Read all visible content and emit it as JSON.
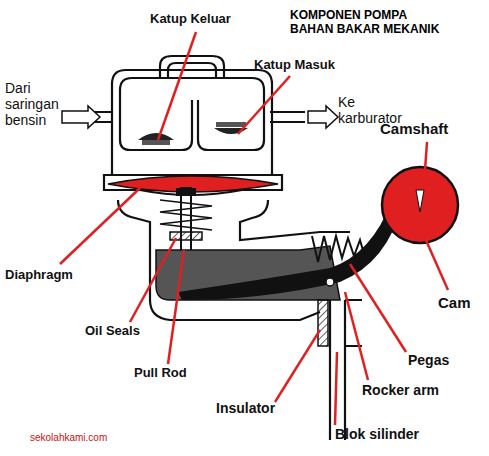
{
  "diagram": {
    "title": "KOMPONEN POMPA BAHAN BAKAR MEKANIK",
    "labels": [
      "Katup Keluar",
      "Katup Masuk",
      "Dari saringan bensin",
      "Ke karburator",
      "Camshaft",
      "Cam",
      "Diaphragm",
      "Oil Seals",
      "Pull Rod",
      "Pegas",
      "Rocker arm",
      "Insulator",
      "Blok silinder",
      "sekolahkami.com"
    ]
  }
}
